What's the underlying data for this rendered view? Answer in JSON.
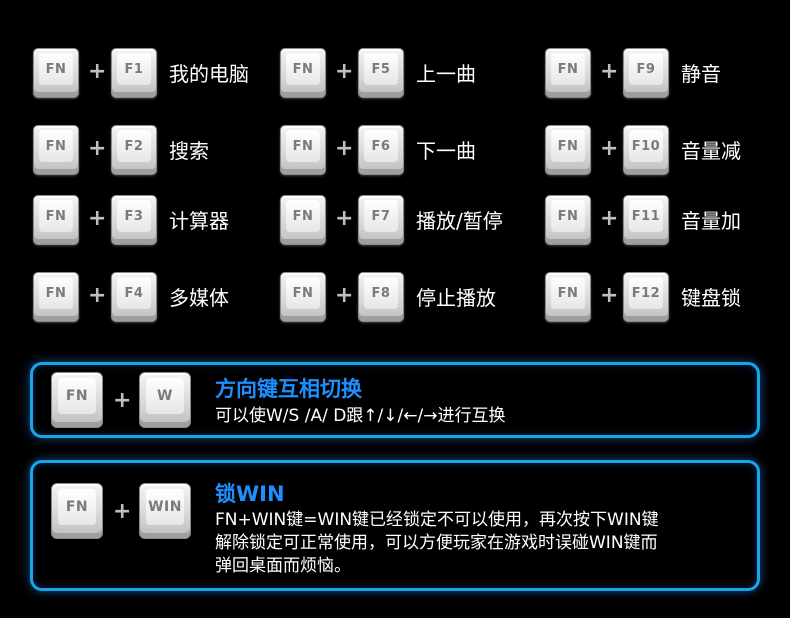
{
  "fn_label": "FN",
  "plus": "+",
  "columns": [
    [
      {
        "key": "F1",
        "label": "我的电脑"
      },
      {
        "key": "F2",
        "label": "搜索"
      },
      {
        "key": "F3",
        "label": "计算器"
      },
      {
        "key": "F4",
        "label": "多媒体"
      }
    ],
    [
      {
        "key": "F5",
        "label": "上一曲"
      },
      {
        "key": "F6",
        "label": "下一曲"
      },
      {
        "key": "F7",
        "label": "播放/暂停"
      },
      {
        "key": "F8",
        "label": "停止播放"
      }
    ],
    [
      {
        "key": "F9",
        "label": "静音"
      },
      {
        "key": "F10",
        "label": "音量减"
      },
      {
        "key": "F11",
        "label": "音量加"
      },
      {
        "key": "F12",
        "label": "键盘锁"
      }
    ]
  ],
  "panels": [
    {
      "key": "W",
      "title": "方向键互相切换",
      "text": "可以使W/S /A/ D跟↑/↓/←/→进行互换"
    },
    {
      "key": "WIN",
      "title": "锁WIN",
      "lines": [
        "FN+WIN键=WIN键已经锁定不可以使用，再次按下WIN键",
        "解除锁定可正常使用，可以方便玩家在游戏时误碰WIN键而",
        "弹回桌面而烦恼。"
      ]
    }
  ],
  "colors": {
    "background": "#000000",
    "panel_border": "#19a6e6",
    "title_blue": "#1e8fff",
    "key_legend": "#7a7a7a"
  }
}
